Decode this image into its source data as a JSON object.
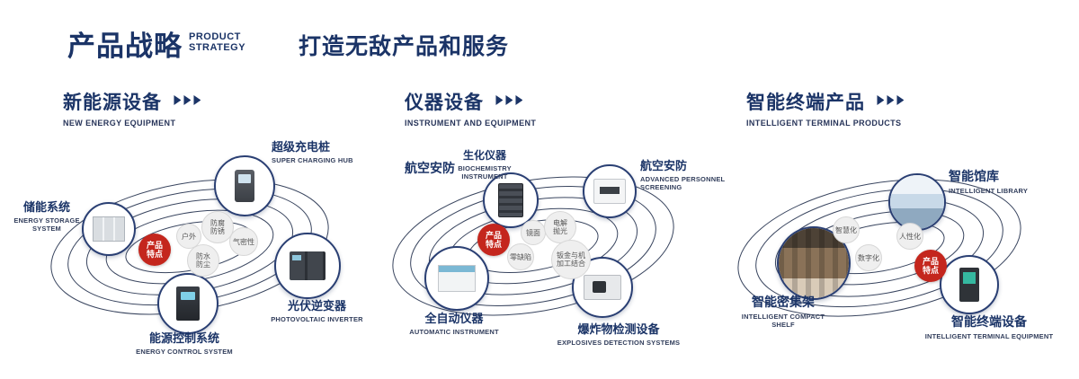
{
  "header": {
    "title_cn": "产品战略",
    "title_en_1": "PRODUCT",
    "title_en_2": "STRATEGY",
    "subtitle": "打造无敌产品和服务"
  },
  "icons": {
    "section_arrows": "triple-chevron-right"
  },
  "colors": {
    "navy": "#1b3467",
    "accent_red": "#c4261d",
    "orbit_line": "#39455f"
  },
  "sections": [
    {
      "title_cn": "新能源设备",
      "title_en": "NEW ENERGY EQUIPMENT",
      "badge": "产品特点",
      "features": [
        "户外",
        "防腐防锈",
        "气密性",
        "防水防尘"
      ],
      "products": [
        {
          "cn": "超级充电桩",
          "en": "SUPER CHARGING HUB"
        },
        {
          "cn": "储能系统",
          "en": "ENERGY STORAGE SYSTEM"
        },
        {
          "cn": "光伏逆变器",
          "en": "PHOTOVOLTAIC INVERTER"
        },
        {
          "cn": "能源控制系统",
          "en": "ENERGY CONTROL SYSTEM"
        }
      ]
    },
    {
      "title_cn": "仪器设备",
      "title_en": "INSTRUMENT AND EQUIPMENT",
      "badge": "产品特点",
      "extra_label": "航空安防",
      "features": [
        "镜面",
        "电解抛光",
        "零缺陷",
        "钣金与机加工结合"
      ],
      "products": [
        {
          "cn": "生化仪器",
          "en": "BIOCHEMISTRY INSTRUMENT"
        },
        {
          "cn": "航空安防",
          "en": "ADVANCED PERSONNEL SCREENING"
        },
        {
          "cn": "全自动仪器",
          "en": "AUTOMATIC INSTRUMENT"
        },
        {
          "cn": "爆炸物检测设备",
          "en": "EXPLOSIVES DETECTION SYSTEMS"
        }
      ]
    },
    {
      "title_cn": "智能终端产品",
      "title_en": "INTELLIGENT TERMINAL PRODUCTS",
      "badge": "产品特点",
      "features": [
        "智慧化",
        "人性化",
        "数字化"
      ],
      "products": [
        {
          "cn": "智能馆库",
          "en": "INTELLIGENT LIBRARY"
        },
        {
          "cn": "智能密集架",
          "en": "INTELLIGENT COMPACT SHELF"
        },
        {
          "cn": "智能终端设备",
          "en": "INTELLIGENT TERMINAL EQUIPMENT"
        }
      ]
    }
  ]
}
